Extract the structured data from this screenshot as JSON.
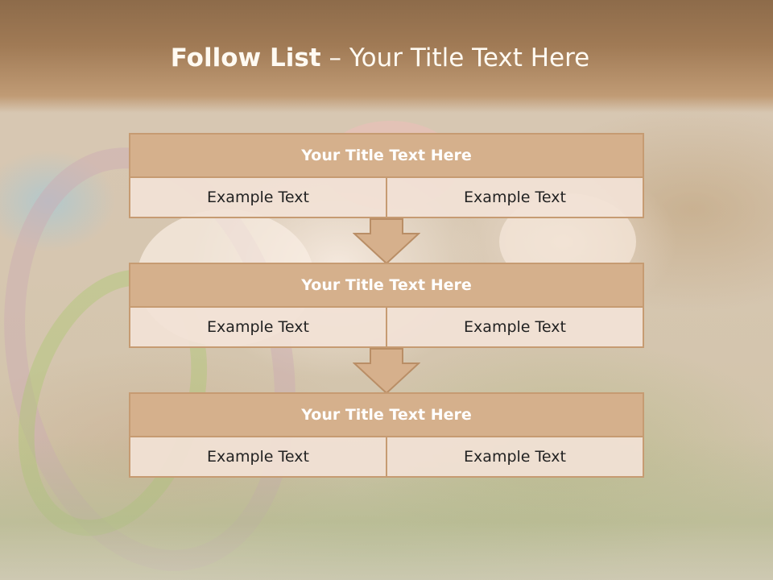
{
  "slide": {
    "title_bold": "Follow List",
    "title_rest": "– Your Title Text Here"
  },
  "blocks": [
    {
      "title": "Your Title Text Here",
      "left": "Example Text",
      "right": "Example Text"
    },
    {
      "title": "Your Title Text Here",
      "left": "Example Text",
      "right": "Example Text"
    },
    {
      "title": "Your Title Text Here",
      "left": "Example Text",
      "right": "Example Text"
    }
  ],
  "colors": {
    "header_bar": "#a07a55",
    "box_title_fill": "#d5b08c",
    "box_border": "#c69b72",
    "cell_fill": "#f2e2d6",
    "arrow_fill": "#d6b08c"
  }
}
